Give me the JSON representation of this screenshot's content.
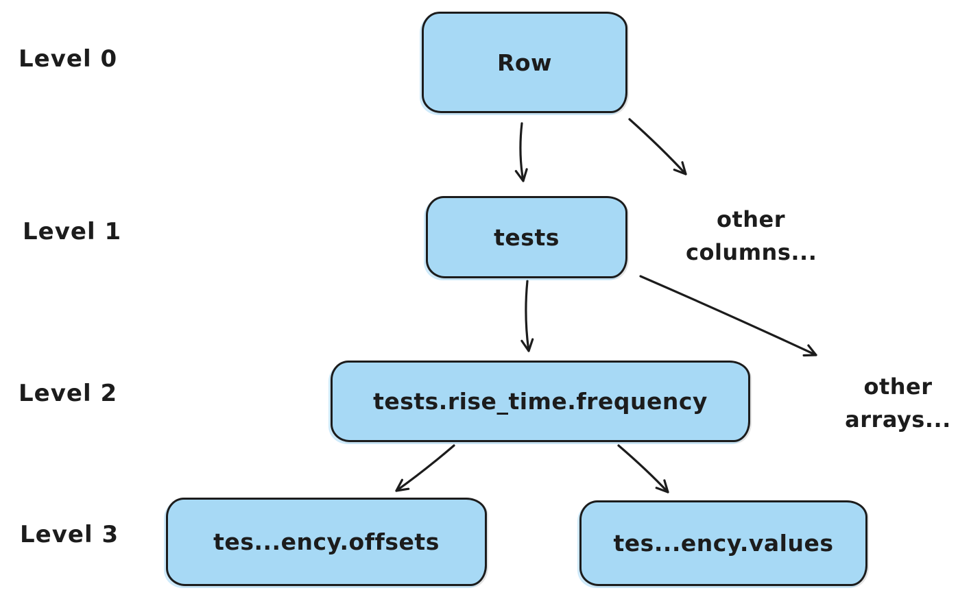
{
  "diagram": {
    "title_hint": "Parquet repetition/definition level tree",
    "levels": [
      {
        "label": "Level 0"
      },
      {
        "label": "Level 1"
      },
      {
        "label": "Level 2"
      },
      {
        "label": "Level 3"
      }
    ],
    "nodes": {
      "row": {
        "label": "Row"
      },
      "tests": {
        "label": "tests"
      },
      "frequency": {
        "label": "tests.rise_time.frequency"
      },
      "offsets": {
        "label": "tes...ency.offsets"
      },
      "values": {
        "label": "tes...ency.values"
      }
    },
    "annotations": {
      "other_columns": "other\ncolumns...",
      "other_arrays": "other\narrays..."
    },
    "colors": {
      "node_fill": "#a7d9f5",
      "stroke": "#1c1c1c",
      "background": "#ffffff"
    }
  }
}
